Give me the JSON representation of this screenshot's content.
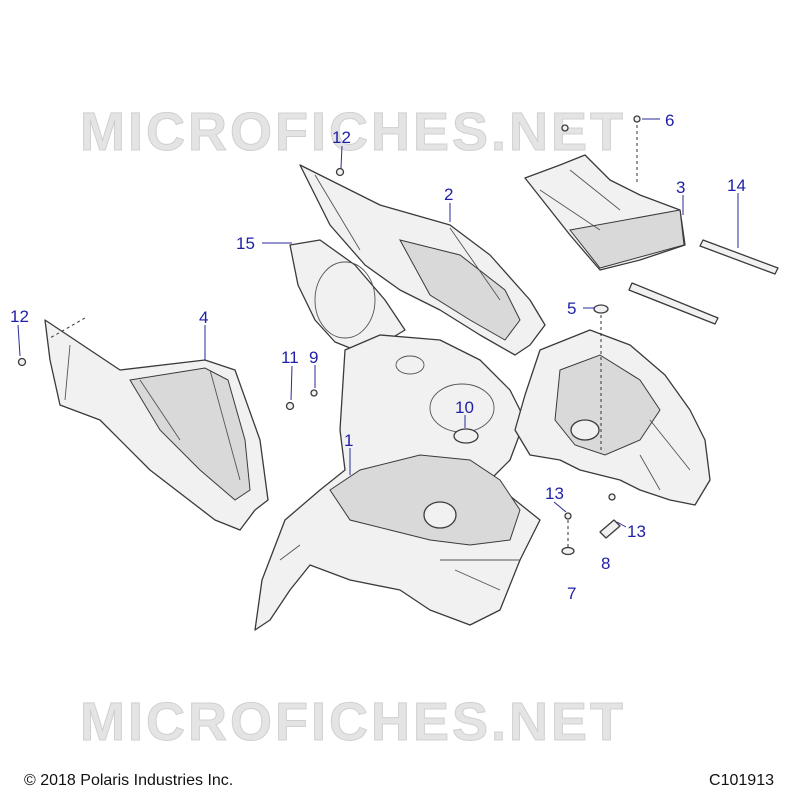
{
  "watermark": {
    "text": "MICROFICHES.NET"
  },
  "callouts": [
    {
      "id": "c-1",
      "label": "1"
    },
    {
      "id": "c-2",
      "label": "2"
    },
    {
      "id": "c-3",
      "label": "3"
    },
    {
      "id": "c-4",
      "label": "4"
    },
    {
      "id": "c-5",
      "label": "5"
    },
    {
      "id": "c-6",
      "label": "6"
    },
    {
      "id": "c-7",
      "label": "7"
    },
    {
      "id": "c-8",
      "label": "8"
    },
    {
      "id": "c-9",
      "label": "9"
    },
    {
      "id": "c-10",
      "label": "10"
    },
    {
      "id": "c-11",
      "label": "11"
    },
    {
      "id": "c-12a",
      "label": "12"
    },
    {
      "id": "c-12b",
      "label": "12"
    },
    {
      "id": "c-13a",
      "label": "13"
    },
    {
      "id": "c-13b",
      "label": "13"
    },
    {
      "id": "c-14",
      "label": "14"
    },
    {
      "id": "c-15",
      "label": "15"
    }
  ],
  "footer": {
    "copyright": "© 2018 Polaris Industries Inc.",
    "drawing_id": "C101913"
  },
  "colors": {
    "callout": "#1f1fa8",
    "line": "#3a3a3a"
  }
}
